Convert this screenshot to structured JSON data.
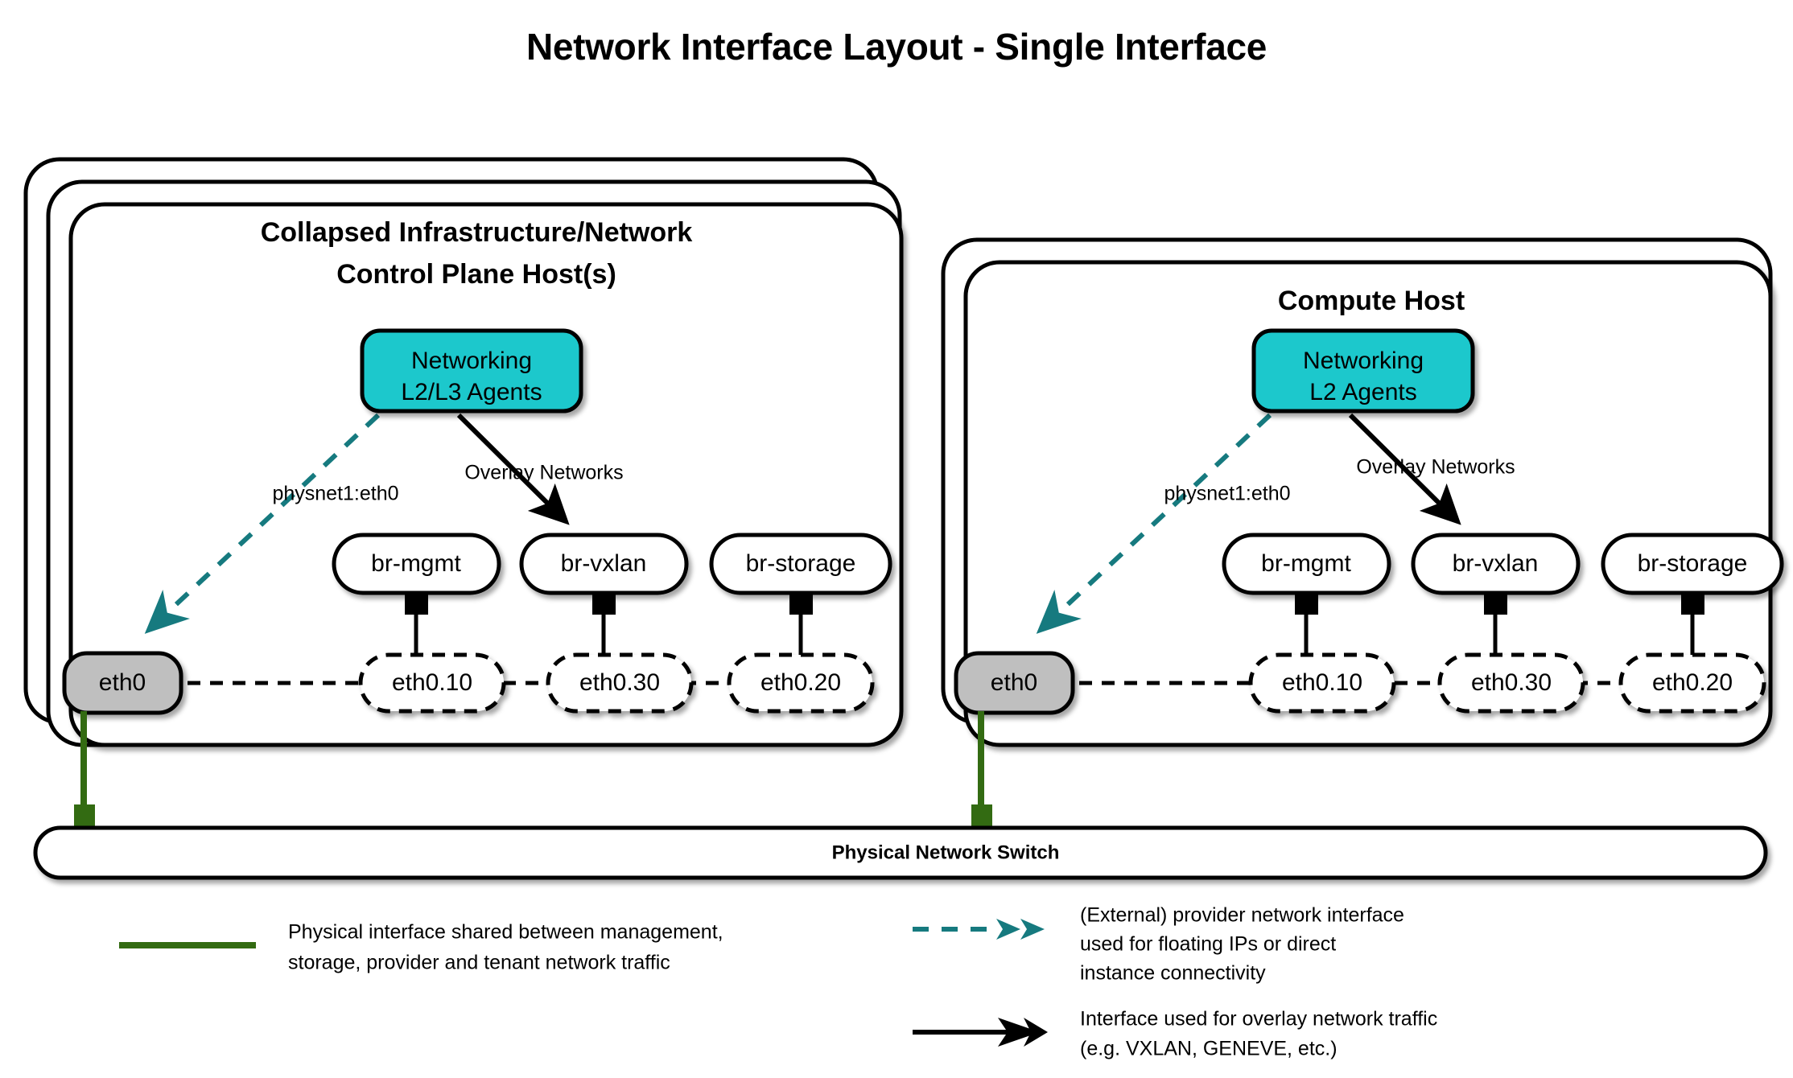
{
  "title": "Network Interface Layout - Single Interface",
  "colors": {
    "agent_fill": "#1ec8cc",
    "nic_fill": "#bfbfbf",
    "provider_teal": "#167a7f",
    "physical_green": "#336b12",
    "stroke": "#000000",
    "background": "#ffffff"
  },
  "hosts": [
    {
      "id": "control-plane",
      "title_line1": "Collapsed Infrastructure/Network",
      "title_line2": "Control Plane Host(s)",
      "stack_count": 3,
      "agent": {
        "line1": "Networking",
        "line2": "L2/L3 Agents"
      },
      "provider_label": "physnet1:eth0",
      "overlay_label": "Overlay Networks",
      "nic": "eth0",
      "bridges": [
        {
          "name": "br-mgmt",
          "interface": "eth0.10"
        },
        {
          "name": "br-vxlan",
          "interface": "eth0.30"
        },
        {
          "name": "br-storage",
          "interface": "eth0.20"
        }
      ]
    },
    {
      "id": "compute",
      "title_line1": "Compute Host",
      "title_line2": "",
      "stack_count": 2,
      "agent": {
        "line1": "Networking",
        "line2": "L2 Agents"
      },
      "provider_label": "physnet1:eth0",
      "overlay_label": "Overlay Networks",
      "nic": "eth0",
      "bridges": [
        {
          "name": "br-mgmt",
          "interface": "eth0.10"
        },
        {
          "name": "br-vxlan",
          "interface": "eth0.30"
        },
        {
          "name": "br-storage",
          "interface": "eth0.20"
        }
      ]
    }
  ],
  "switch": {
    "label": "Physical Network Switch"
  },
  "legend": [
    {
      "id": "physical-interface",
      "marker": "solid-green-line",
      "lines": [
        "Physical interface shared between management,",
        "storage, provider and tenant network traffic"
      ]
    },
    {
      "id": "provider-interface",
      "marker": "dashed-teal-double-arrow",
      "lines": [
        "(External) provider network interface",
        "used for floating IPs or direct",
        "instance connectivity"
      ]
    },
    {
      "id": "overlay-interface",
      "marker": "solid-black-arrow",
      "lines": [
        "Interface used for overlay network traffic",
        "(e.g. VXLAN, GENEVE, etc.)"
      ]
    }
  ]
}
